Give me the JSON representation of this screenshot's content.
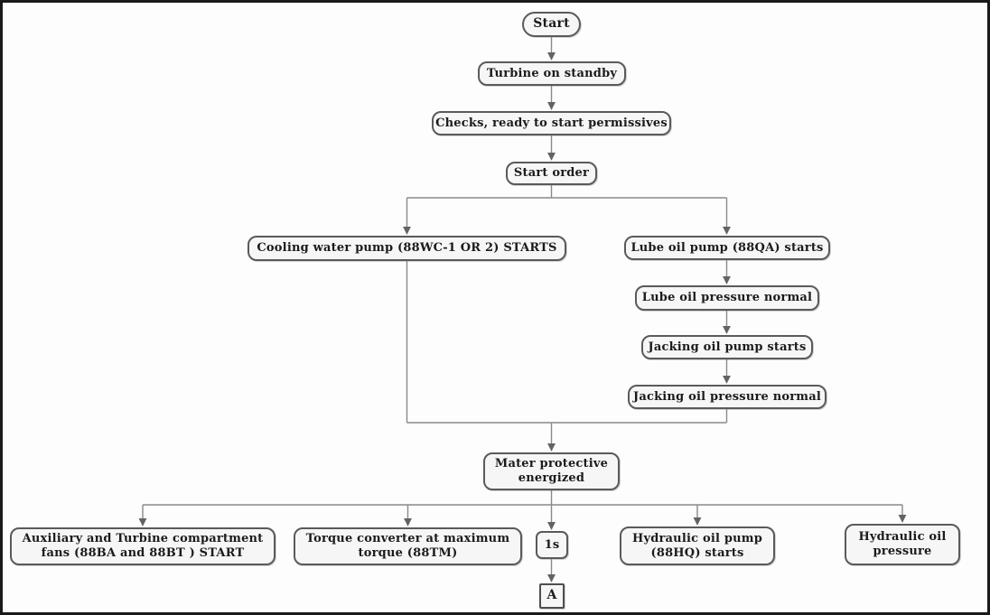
{
  "colors": {
    "box_fill": "#f6f6f6",
    "box_border": "#5a5a5a",
    "connector": "#8a8a8a",
    "arrowhead": "#636363",
    "text": "#1b1b1b",
    "frame": "#1a1a1a"
  },
  "nodes": {
    "start": {
      "label": "Start"
    },
    "turbine_standby": {
      "label": "Turbine on standby"
    },
    "checks_permissives": {
      "label": "Checks, ready to start permissives"
    },
    "start_order": {
      "label": "Start order"
    },
    "cooling_water_pump": {
      "label": "Cooling water pump (88WC-1 OR 2) STARTS"
    },
    "lube_oil_pump": {
      "label": "Lube oil pump (88QA) starts"
    },
    "lube_oil_pressure": {
      "label": "Lube oil pressure normal"
    },
    "jacking_oil_pump": {
      "label": "Jacking oil pump starts"
    },
    "jacking_oil_pressure": {
      "label": "Jacking oil pressure normal"
    },
    "master_protective": {
      "label": "Mater protective energized"
    },
    "aux_fans": {
      "label": "Auxiliary and Turbine compartment fans (88BA and 88BT ) START"
    },
    "torque_converter": {
      "label": "Torque converter at maximum torque (88TM)"
    },
    "delay_1s": {
      "label": "1s"
    },
    "hydraulic_oil_pump": {
      "label": "Hydraulic oil pump (88HQ) starts"
    },
    "hydraulic_oil_pressure": {
      "label": "Hydraulic oil pressure"
    },
    "connector_a": {
      "label": "A"
    }
  }
}
